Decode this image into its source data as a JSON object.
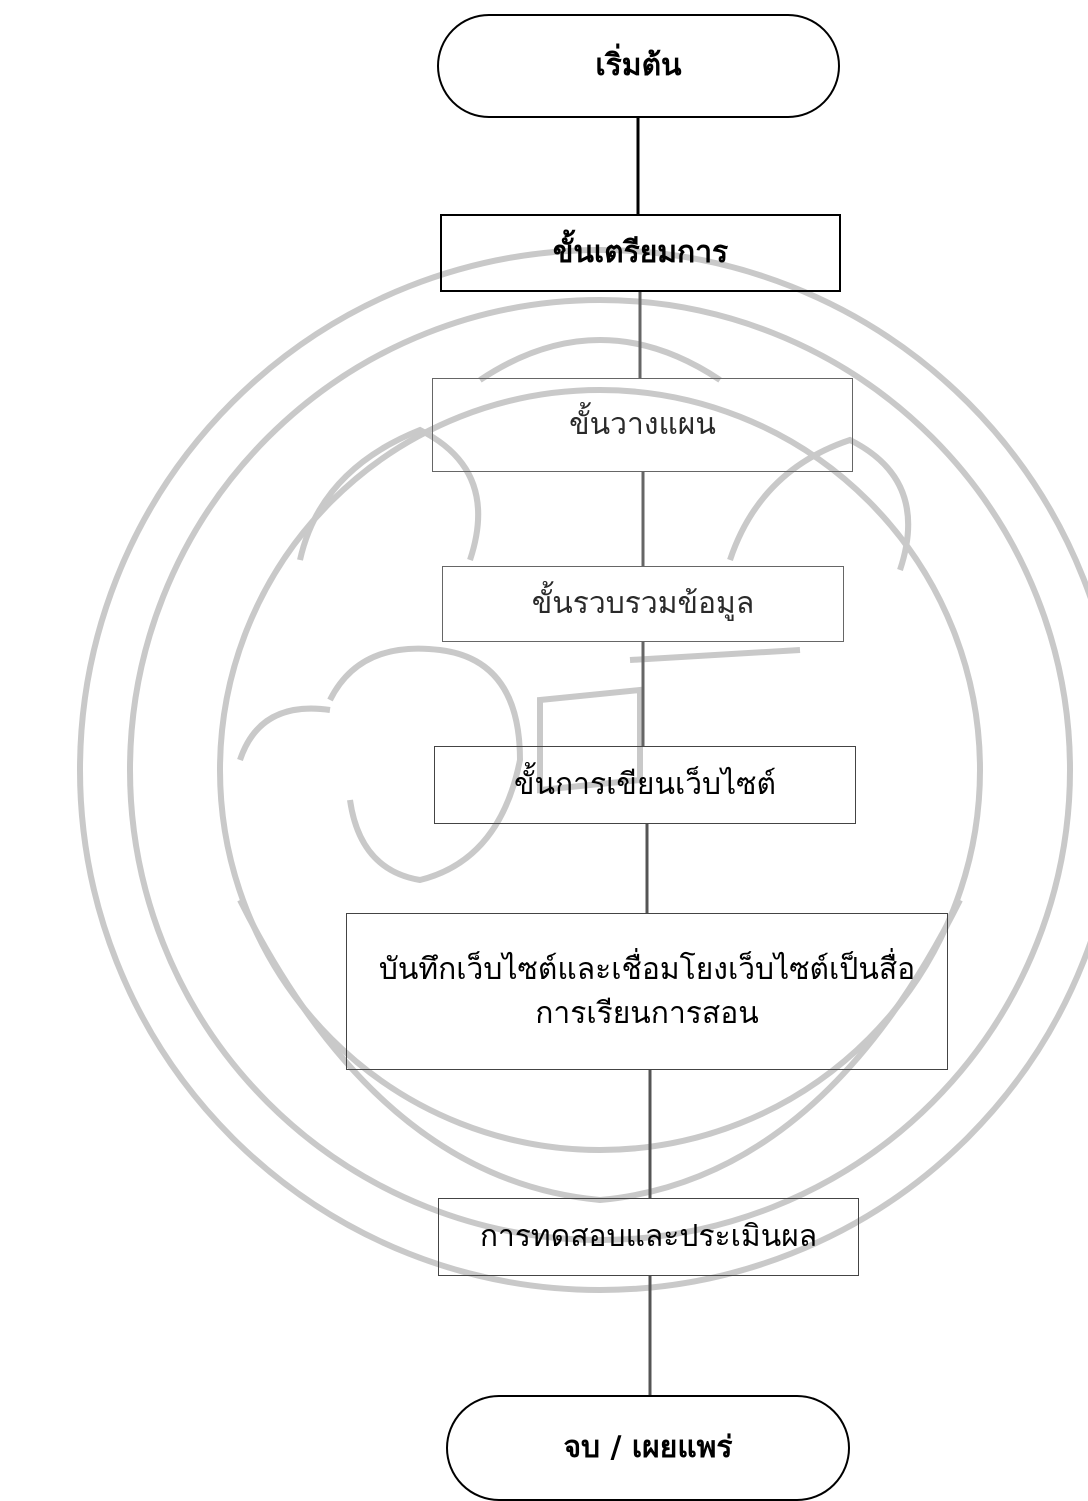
{
  "diagram": {
    "start": "เริ่มต้น",
    "steps": [
      "ขั้นเตรียมการ",
      "ขั้นวางแผน",
      "ขั้นรวบรวมข้อมูล",
      "ขั้นการเขียนเว็บไซต์",
      "บันทึกเว็บไซต์และเชื่อมโยงเว็บไซต์เป็นสื่อการเรียนการสอน",
      "การทดสอบและประเมินผล"
    ],
    "end": "จบ / เผยแพร่"
  }
}
